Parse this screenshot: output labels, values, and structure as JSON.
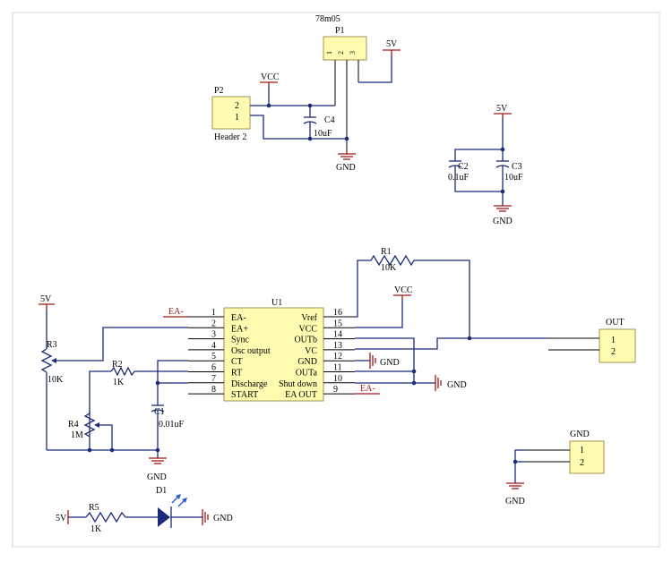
{
  "p1": {
    "part": "78m05",
    "ref": "P1",
    "pins": [
      "1",
      "2",
      "3"
    ]
  },
  "p2": {
    "ref": "P2",
    "name": "Header 2",
    "pins": [
      "2",
      "1"
    ]
  },
  "nets": {
    "vcc": "VCC",
    "v5": "5V",
    "gnd": "GND",
    "ea_minus": "EA-"
  },
  "c4": {
    "ref": "C4",
    "value": "10uF"
  },
  "c2": {
    "ref": "C2",
    "value": "0.1uF"
  },
  "c3": {
    "ref": "C3",
    "value": "10uF"
  },
  "c1": {
    "ref": "C1",
    "value": "0.01uF"
  },
  "r1": {
    "ref": "R1",
    "value": "10K"
  },
  "r2": {
    "ref": "R2",
    "value": "1K"
  },
  "r3": {
    "ref": "R3",
    "value": "10K"
  },
  "r4": {
    "ref": "R4",
    "value": "1M"
  },
  "r5": {
    "ref": "R5",
    "value": "1K"
  },
  "d1": {
    "ref": "D1"
  },
  "u1": {
    "ref": "U1",
    "left_pins": [
      {
        "num": "1",
        "name": "EA-"
      },
      {
        "num": "2",
        "name": "EA+"
      },
      {
        "num": "3",
        "name": "Sync"
      },
      {
        "num": "4",
        "name": "Osc output"
      },
      {
        "num": "5",
        "name": "CT"
      },
      {
        "num": "6",
        "name": "RT"
      },
      {
        "num": "7",
        "name": "Discharge"
      },
      {
        "num": "8",
        "name": "START"
      }
    ],
    "right_pins": [
      {
        "num": "16",
        "name": "Vref"
      },
      {
        "num": "15",
        "name": "VCC"
      },
      {
        "num": "14",
        "name": "OUTb"
      },
      {
        "num": "13",
        "name": "VC"
      },
      {
        "num": "12",
        "name": "GND"
      },
      {
        "num": "11",
        "name": "OUTa"
      },
      {
        "num": "10",
        "name": "Shut down"
      },
      {
        "num": "9",
        "name": "EA OUT"
      }
    ]
  },
  "out_conn": {
    "ref": "OUT",
    "pins": [
      "1",
      "2"
    ]
  },
  "gnd_conn": {
    "ref": "GND",
    "pins": [
      "1",
      "2"
    ]
  },
  "colors": {
    "wire": "#1c2b7a",
    "power": "#a01818",
    "part_body": "#fffbb0"
  }
}
